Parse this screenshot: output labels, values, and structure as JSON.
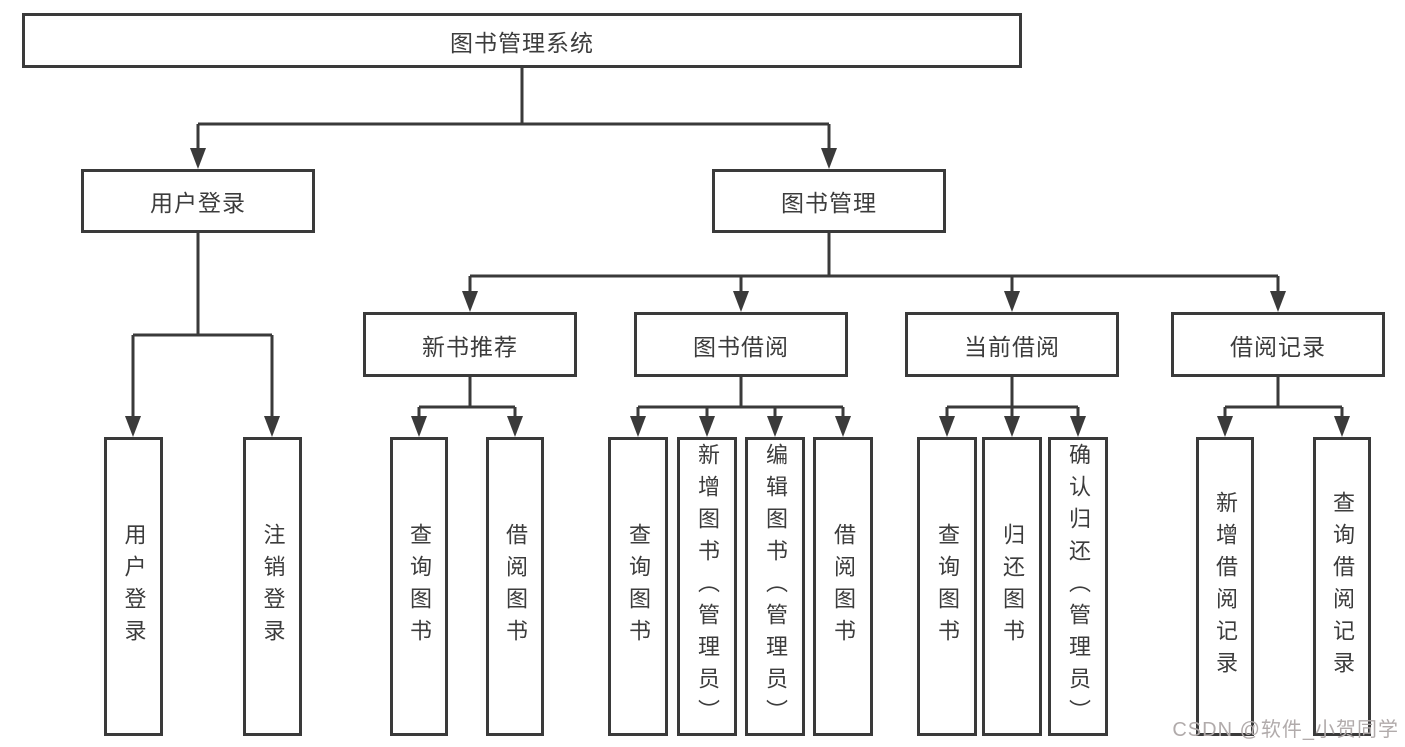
{
  "diagram": {
    "title": "图书管理系统",
    "nodes": {
      "root": "图书管理系统",
      "l2": [
        "用户登录",
        "图书管理"
      ],
      "l3": [
        "新书推荐",
        "图书借阅",
        "当前借阅",
        "借阅记录"
      ],
      "l4_login": [
        "用户登录",
        "注销登录"
      ],
      "l4_new": [
        "查询图书",
        "借阅图书"
      ],
      "l4_borrow": [
        "查询图书",
        "新增图书（管理员）",
        "编辑图书（管理员）",
        "借阅图书"
      ],
      "l4_current": [
        "查询图书",
        "归还图书",
        "确认归还（管理员）"
      ],
      "l4_records": [
        "新增借阅记录",
        "查询借阅记录"
      ]
    },
    "colors": {
      "line": "#3a3a3a",
      "box_border": "#3a3a3a",
      "box_fill": "#ffffff",
      "text": "#3c3c3c",
      "watermark": "#b1abab"
    }
  },
  "watermark": "CSDN @软件_小贺同学"
}
